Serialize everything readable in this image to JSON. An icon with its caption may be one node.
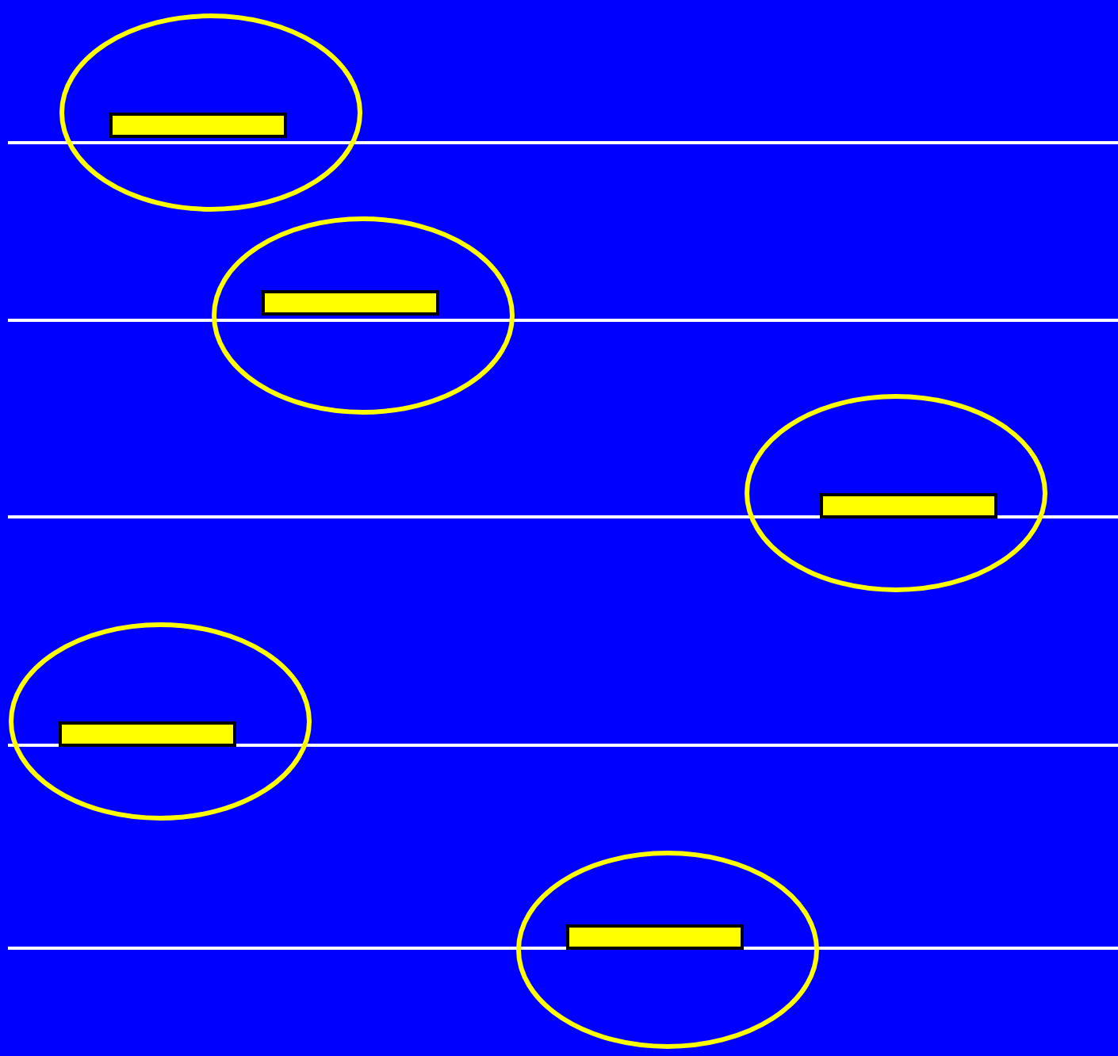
{
  "diagram": {
    "nodes": [
      {
        "text": [],
        "shape": "ellipse"
      },
      {
        "text": [],
        "shape": "bar",
        "in": 0
      },
      {
        "text": [],
        "shape": "ellipse"
      },
      {
        "text": [],
        "shape": "bar",
        "in": 2
      },
      {
        "text": [],
        "shape": "ellipse"
      },
      {
        "text": [],
        "shape": "bar",
        "in": 4
      },
      {
        "text": [],
        "shape": "ellipse"
      },
      {
        "text": [],
        "shape": "bar",
        "in": 6
      },
      {
        "text": [],
        "shape": "ellipse"
      },
      {
        "text": [],
        "shape": "bar",
        "in": 8
      }
    ]
  }
}
